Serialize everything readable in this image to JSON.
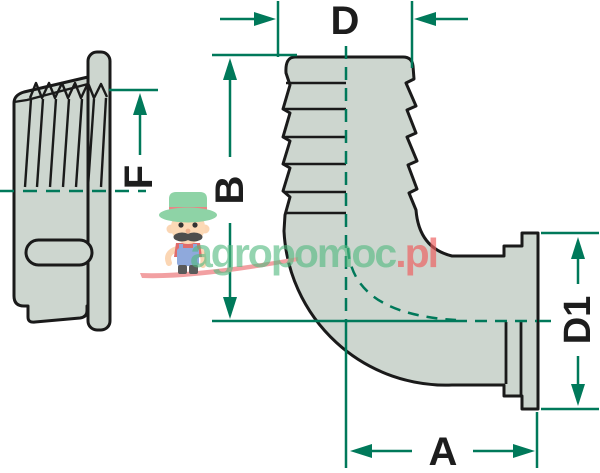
{
  "drawing": {
    "type": "technical-dimension-diagram",
    "parts": [
      {
        "id": "nut",
        "name": "threaded hose nut, side section view"
      },
      {
        "id": "elbow",
        "name": "90-degree hose barb elbow fitting"
      }
    ],
    "dimension_labels": {
      "top_width": "D",
      "left_height": "B",
      "nut_thread": "F",
      "bottom_length": "A",
      "outlet_diameter": "D1"
    },
    "colors": {
      "dimension_line": "#00795a",
      "outline": "#1a1a1a",
      "body_fill": "#cdd6cf",
      "background": "#ffffff"
    }
  },
  "watermark": {
    "brand_green": "agropomoc",
    "brand_red": ".pl",
    "mascot": "farmer-mascot",
    "colors": {
      "text_green": "#52ba80",
      "text_red": "#ee5f5f",
      "ground_swoosh": "#f2a0a2"
    }
  }
}
